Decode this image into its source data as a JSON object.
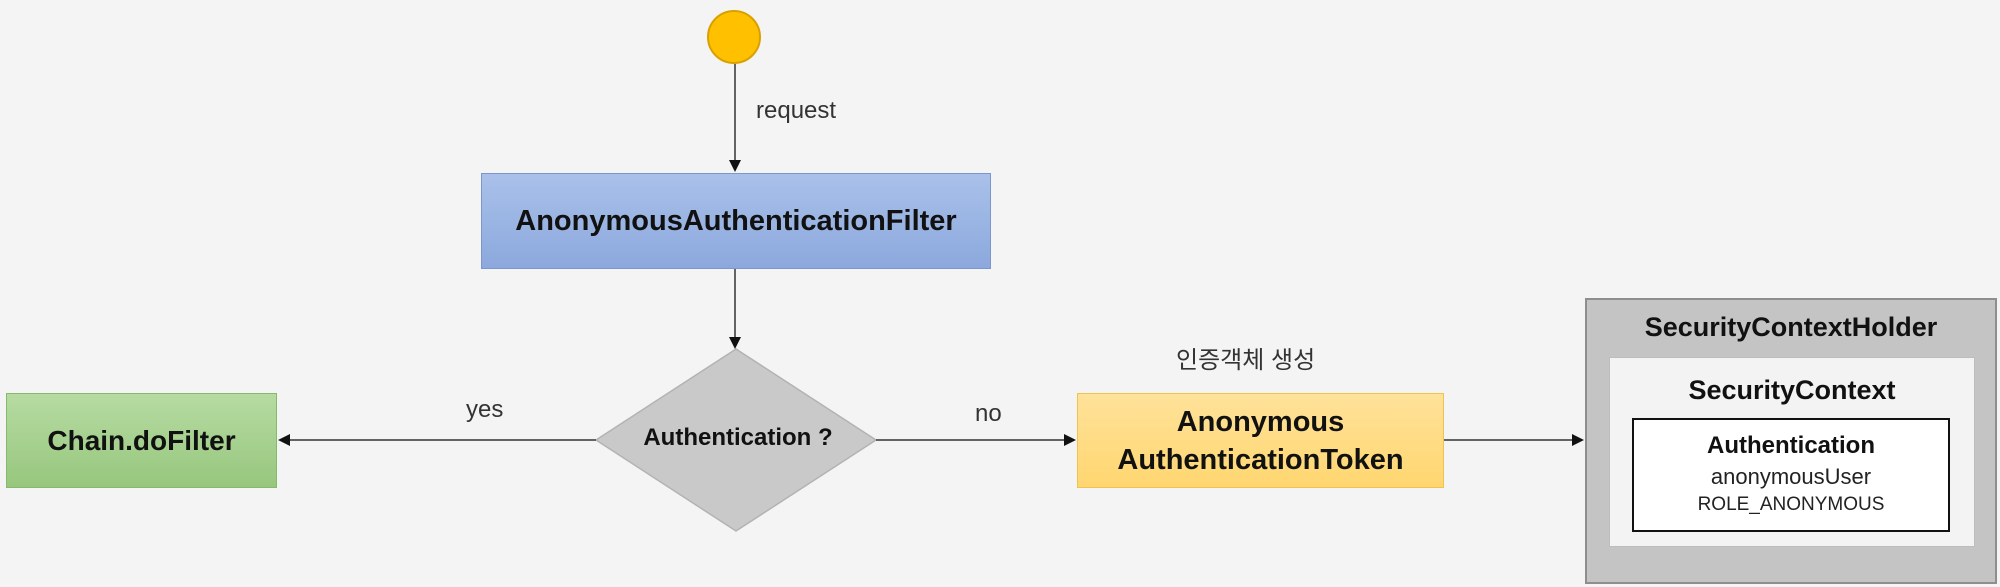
{
  "nodes": {
    "filter": "AnonymousAuthenticationFilter",
    "decision": "Authentication ?",
    "chain": "Chain.doFilter",
    "token_line1": "Anonymous",
    "token_line2": "AuthenticationToken",
    "holder": "SecurityContextHolder",
    "context": "SecurityContext",
    "authentication": "Authentication",
    "principal": "anonymousUser",
    "role": "ROLE_ANONYMOUS"
  },
  "edge_labels": {
    "request": "request",
    "yes": "yes",
    "no": "no",
    "create_note": "인증객체 생성"
  },
  "colors": {
    "start": "#ffc000",
    "filter": "#8ca8dd",
    "chain": "#97c77e",
    "decision": "#c9c9c9",
    "token": "#ffd670",
    "holder": "#c4c4c4"
  }
}
